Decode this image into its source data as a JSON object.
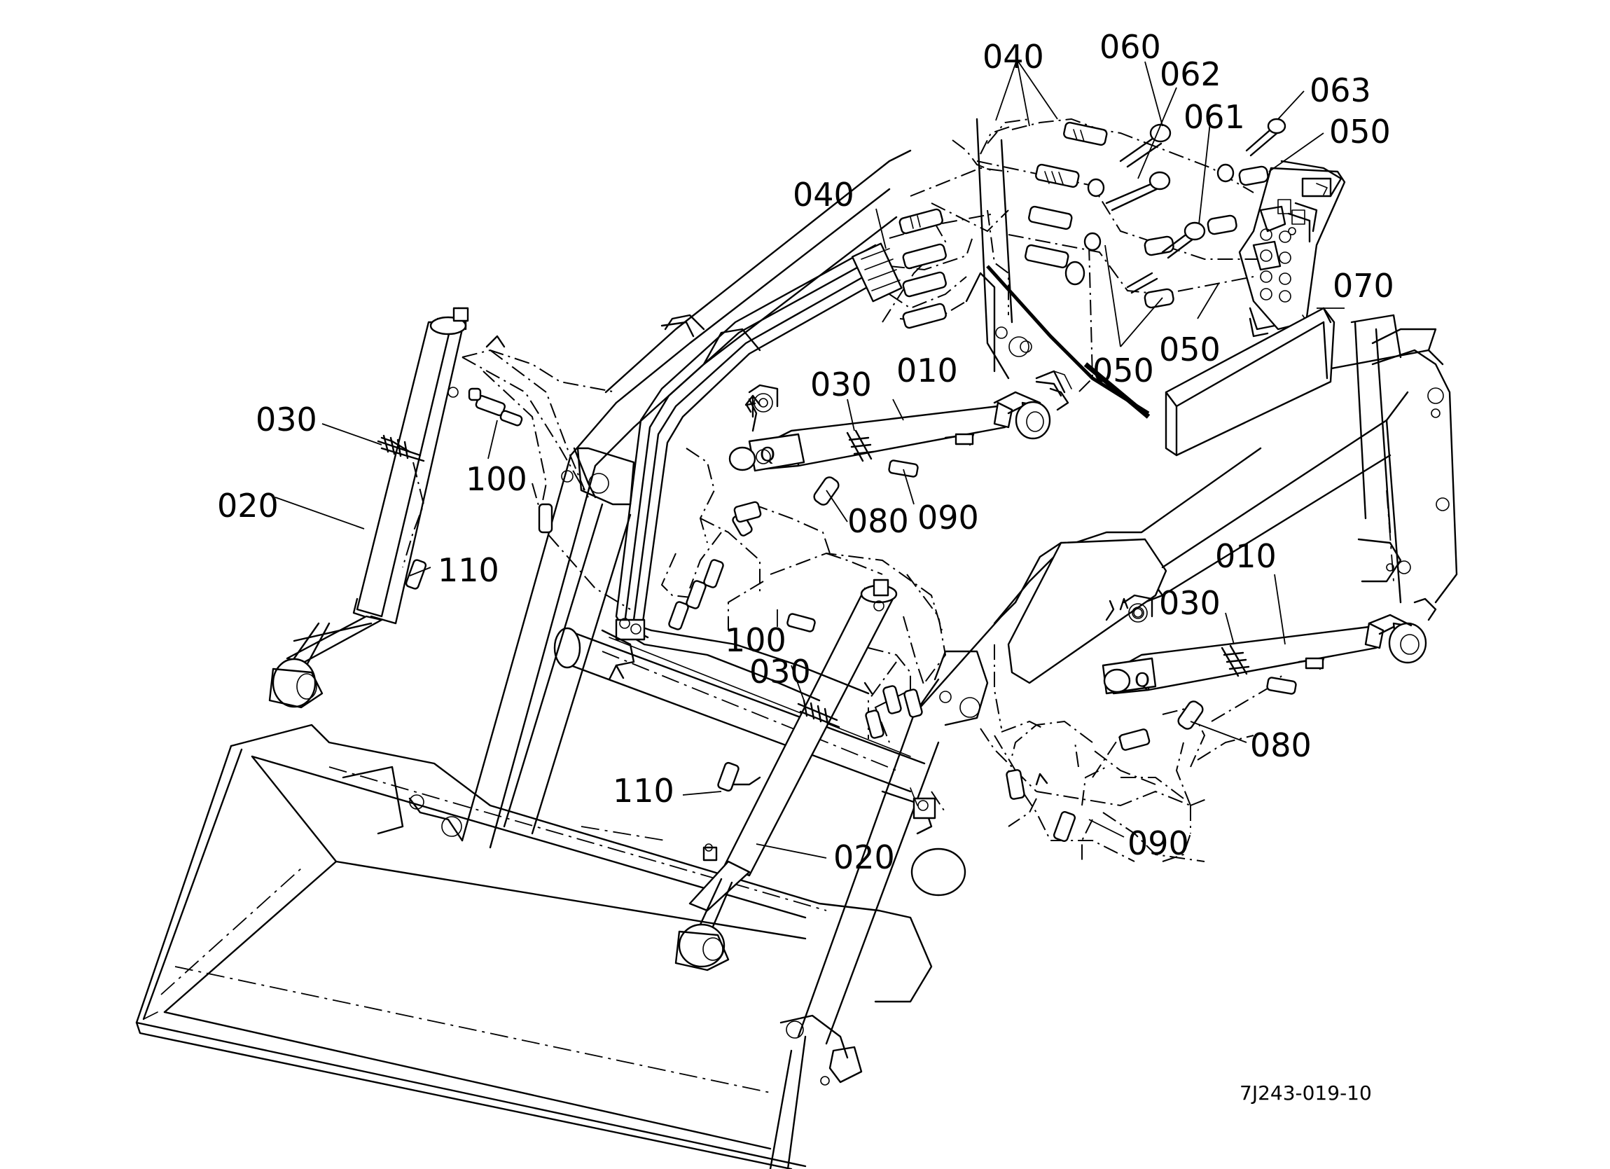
{
  "callouts": {
    "c010a": "010",
    "c010b": "010",
    "c020a": "020",
    "c020b": "020",
    "c030a": "030",
    "c030b": "030",
    "c030c": "030",
    "c030d": "030",
    "c040a": "040",
    "c040b": "040",
    "c050a": "050",
    "c050b": "050",
    "c050c": "050",
    "c060": "060",
    "c061": "061",
    "c062": "062",
    "c063": "063",
    "c070": "070",
    "c080a": "080",
    "c080b": "080",
    "c090a": "090",
    "c090b": "090",
    "c100a": "100",
    "c100b": "100",
    "c110a": "110",
    "c110b": "110"
  },
  "reference_code": "7J243-019-10"
}
